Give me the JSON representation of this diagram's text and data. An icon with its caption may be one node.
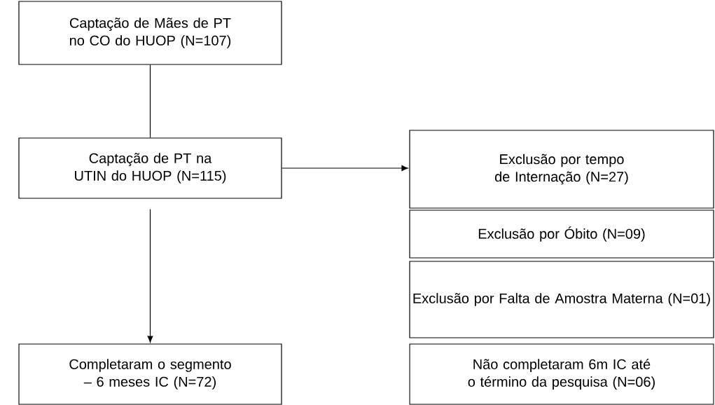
{
  "diagram": {
    "nodes": [
      {
        "text": [
          "Captação de Mães de PT no CO do HUOP (N=107)"
        ]
      },
      {
        "text": [
          "Captação de PT na UTIN do HUOP (N=115)"
        ]
      },
      {
        "text": [
          "Exclusão por tempo de Internação (N=27)"
        ]
      },
      {
        "text": [
          "Exclusão por Óbito (N=09)"
        ]
      },
      {
        "text": [
          "Exclusão por Falta de Amostra Materna (N=01)"
        ]
      },
      {
        "text": [
          "Completaram o segmento – 6 meses IC (N=72)"
        ]
      },
      {
        "text": [
          "Não completaram 6m IC até o término da pesquisa (N=06)"
        ]
      }
    ],
    "edges": [
      {
        "from": 0,
        "to": 1,
        "arrow": "none"
      },
      {
        "from": 1,
        "to": 2,
        "arrow": "to"
      },
      {
        "from": 1,
        "to": 5,
        "arrow": "to"
      }
    ]
  }
}
